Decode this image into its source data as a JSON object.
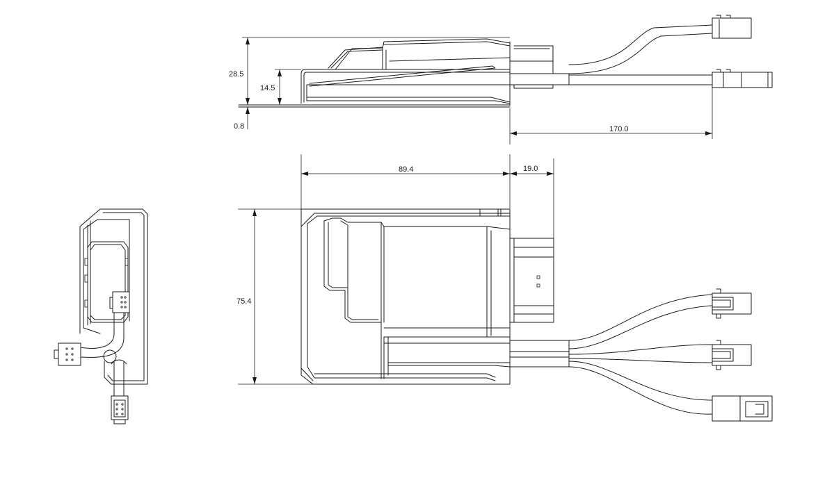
{
  "dimensions": {
    "height_total": "28.5",
    "height_body": "14.5",
    "base_thickness": "0.8",
    "cable_length": "170.0",
    "body_length": "89.4",
    "connector_depth": "19.0",
    "body_width": "75.4"
  }
}
